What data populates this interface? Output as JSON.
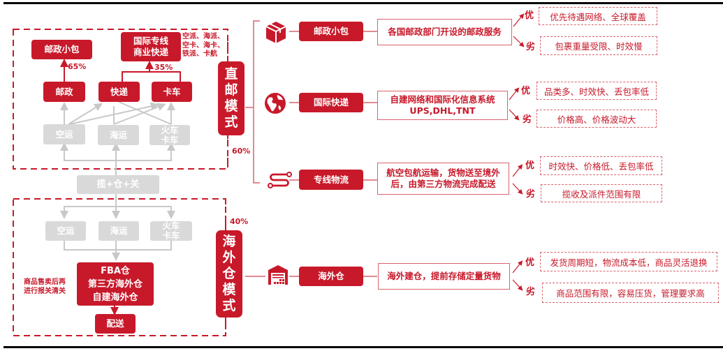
{
  "colors": {
    "accent": "#C8192A",
    "grey": "#D9D9D9",
    "line": "#D9636E"
  },
  "left": {
    "direct": {
      "top_nodes": {
        "postal_parcel": "邮政小包",
        "intl_line": [
          "国际专线",
          "商业快递"
        ]
      },
      "intl_note": [
        "空派、海派、",
        "空卡、海卡、",
        "铁派、卡航"
      ],
      "pct_postal": "65%",
      "pct_line": "35%",
      "mid_nodes": [
        "邮政",
        "快递",
        "卡车"
      ],
      "transport": [
        "空运",
        "海运",
        [
          "火车",
          "卡车"
        ]
      ]
    },
    "hub": "揽+仓+关",
    "overseas": {
      "transport": [
        "空运",
        "海运",
        [
          "火车",
          "卡车"
        ]
      ],
      "warehouse": [
        "FBA仓",
        "第三方海外仓",
        "自建海外仓"
      ],
      "note": [
        "商品售卖后再",
        "进行报关清关"
      ],
      "delivery": "配送"
    }
  },
  "modes": {
    "direct": {
      "label": [
        "直",
        "邮",
        "模",
        "式"
      ],
      "pct": "60%"
    },
    "overseas": {
      "label": [
        "海",
        "外",
        "仓",
        "模",
        "式"
      ],
      "pct": "40%"
    }
  },
  "channels": [
    {
      "icon": "package-box-icon",
      "name": "邮政小包",
      "desc": [
        "各国邮政部门开设的邮政服务"
      ],
      "pro_label": "优",
      "pro": "优先待遇网络、全球覆盖",
      "con_label": "劣",
      "con": "包裹重量受限、时效慢"
    },
    {
      "icon": "globe-icon",
      "name": "国际快递",
      "desc": [
        "自建网络和国际化信息系统",
        "UPS,DHL,TNT"
      ],
      "pro_label": "优",
      "pro": "品类多、时效快、丢包率低",
      "con_label": "劣",
      "con": "价格高、价格波动大"
    },
    {
      "icon": "route-icon",
      "name": "专线物流",
      "desc": [
        "航空包航运输，货物送至境外",
        "后，由第三方物流完成配送"
      ],
      "pro_label": "优",
      "pro": "时效快、价格低、丢包率低",
      "con_label": "劣",
      "con": "揽收及派件范围有限"
    },
    {
      "icon": "warehouse-icon",
      "name": "海外仓",
      "desc": [
        "海外建仓，提前存储定量货物"
      ],
      "pro_label": "优",
      "pro": "发货周期短，物流成本低，商品灵活退换",
      "con_label": "劣",
      "con": "商品范围有限，容易压货，管理要求高"
    }
  ]
}
